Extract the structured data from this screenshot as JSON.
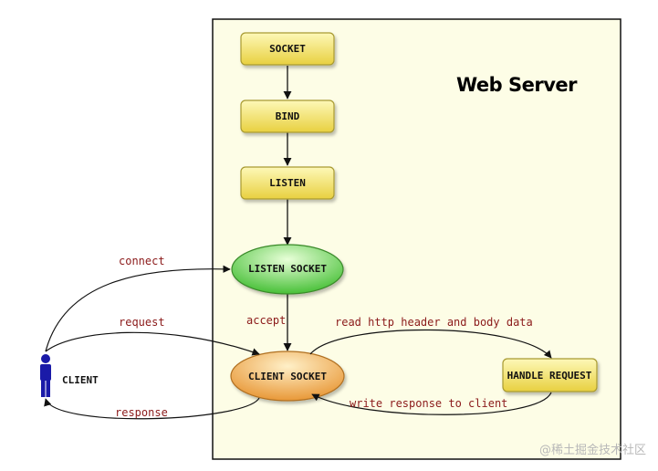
{
  "title": "Web Server",
  "nodes": {
    "socket": "SOCKET",
    "bind": "BIND",
    "listen": "LISTEN",
    "listen_socket": "LISTEN SOCKET",
    "client_socket": "CLIENT SOCKET",
    "handle_request": "HANDLE REQUEST",
    "client": "CLIENT"
  },
  "edges": {
    "connect": "connect",
    "request": "request",
    "response": "response",
    "accept": "accept",
    "read": "read http header and body data",
    "write": "write response to client"
  },
  "watermark": "@稀土掘金技术社区",
  "colors": {
    "server_bg": "#fdfde6",
    "box_fill_top": "#fdf8b8",
    "box_fill_bottom": "#e8d040",
    "box_stroke": "#a89a30",
    "listen_top": "#e8ffd8",
    "listen_bottom": "#48c038",
    "client_top": "#fff0c8",
    "client_bottom": "#e89838",
    "label": "#8b1a1a",
    "person": "#1a1aa8"
  }
}
